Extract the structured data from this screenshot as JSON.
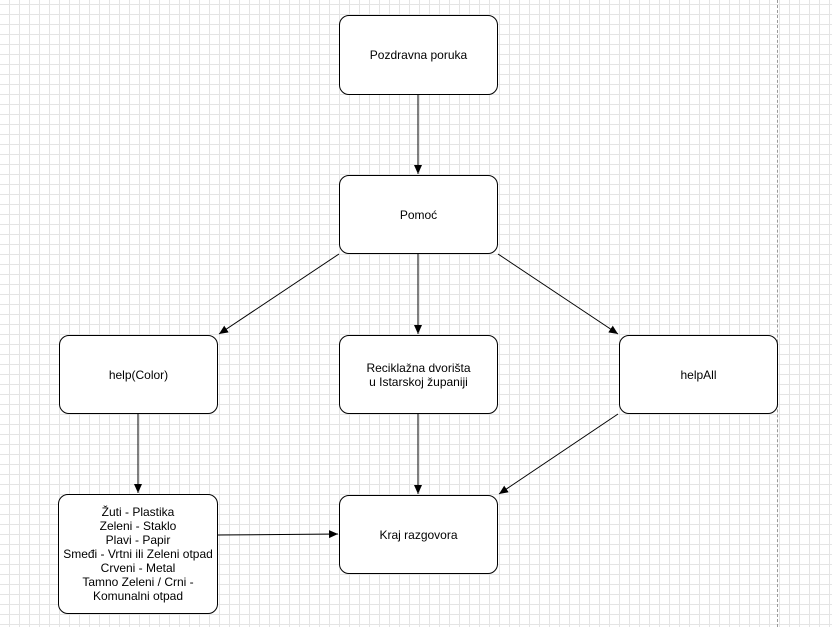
{
  "diagram": {
    "nodes": {
      "greeting": "Pozdravna poruka",
      "help": "Pomoć",
      "help_color": "help(Color)",
      "recycling_yards": "Reciklažna dvorišta\nu Istarskoj županiji",
      "help_all": "helpAll",
      "color_list": "Žuti - Plastika\nZeleni - Staklo\nPlavi - Papir\nSmeđi - Vrtni ili Zeleni otpad\nCrveni - Metal\nTamno Zeleni / Crni -\nKomunalni otpad",
      "end_conversation": "Kraj razgovora"
    },
    "edges": [
      {
        "from": "greeting",
        "to": "help"
      },
      {
        "from": "help",
        "to": "help_color"
      },
      {
        "from": "help",
        "to": "recycling_yards"
      },
      {
        "from": "help",
        "to": "help_all"
      },
      {
        "from": "help_color",
        "to": "color_list"
      },
      {
        "from": "color_list",
        "to": "end_conversation"
      },
      {
        "from": "recycling_yards",
        "to": "end_conversation"
      },
      {
        "from": "help_all",
        "to": "end_conversation"
      }
    ]
  },
  "colors": {
    "stroke": "#000000",
    "node_fill": "#ffffff",
    "grid": "#e4e4e4",
    "page_edge": "#9a9a9a"
  }
}
